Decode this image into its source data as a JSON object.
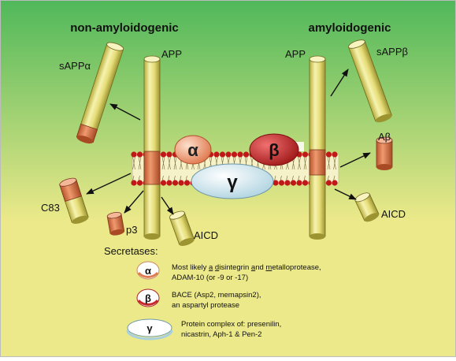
{
  "headings": {
    "left": "non-amyloidogenic",
    "right": "amyloidogenic"
  },
  "labels": {
    "app_left": "APP",
    "app_right": "APP",
    "sapp_alpha": "sAPPα",
    "sapp_beta": "sAPPβ",
    "abeta": "Aβ",
    "c83": "C83",
    "p3": "p3",
    "aicd_left": "AICD",
    "aicd_right": "AICD"
  },
  "enzymes": {
    "alpha": "α",
    "beta": "β",
    "gamma": "γ"
  },
  "legend": {
    "title": "Secretases:",
    "items": [
      {
        "symbol": "α",
        "line1_parts": [
          "Most likely ",
          "a",
          " ",
          "d",
          "isintegrin ",
          "a",
          "nd ",
          "m",
          "etalloprotease,"
        ],
        "line2": "ADAM-10 (or -9 or -17)"
      },
      {
        "symbol": "β",
        "line1": "BACE (Asp2, memapsin2),",
        "line2": "an aspartyl protease"
      },
      {
        "symbol": "γ",
        "line1": "Protein complex of: presenilin,",
        "line2": "nicastrin, Aph-1 & Pen-2"
      }
    ]
  },
  "colors": {
    "bg_top": "#4fb85a",
    "bg_bottom": "#ece98a",
    "rod_light": "#f4f1a8",
    "rod_mid": "#d9cf5a",
    "rod_dark": "#9c9430",
    "cut_fill": "#e07a50",
    "alpha_fill": "#f1a37c",
    "beta_fill": "#c8282a",
    "gamma_fill": "#cfe8f0",
    "lipid_head": "#c01818",
    "membrane": "#f5f1c8"
  }
}
